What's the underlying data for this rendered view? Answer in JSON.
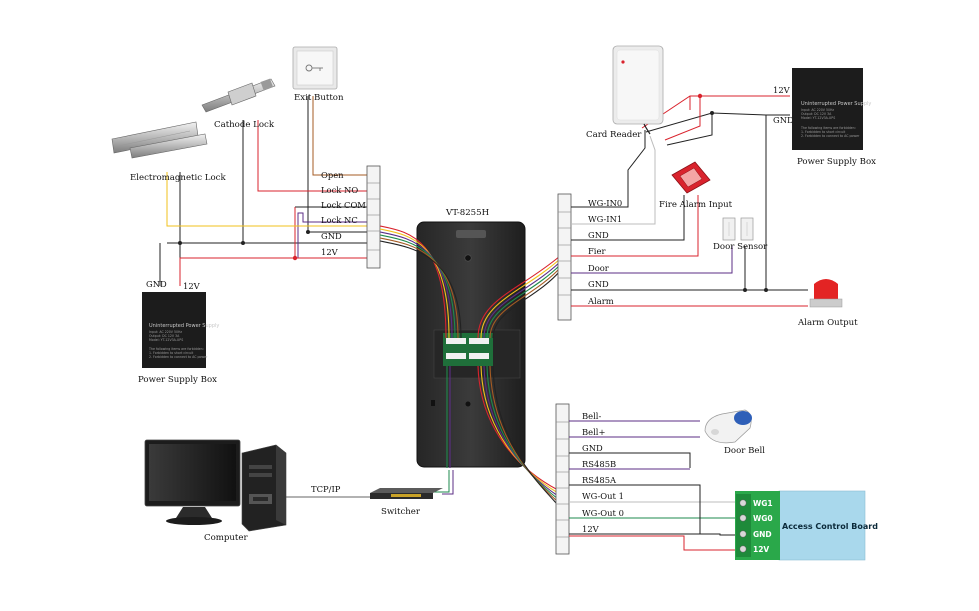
{
  "device": {
    "title": "VT-8255H"
  },
  "left_terminal": {
    "labels": [
      "Open",
      "Lock NO",
      "Lock COM",
      "Lock NC",
      "GND",
      "12V"
    ]
  },
  "upper_right_terminal": {
    "labels": [
      "WG-IN0",
      "WG-IN1",
      "GND",
      "Fier",
      "Door",
      "GND",
      "Alarm"
    ]
  },
  "lower_right_terminal": {
    "labels": [
      "Bell-",
      "Bell+",
      "GND",
      "RS485B",
      "RS485A",
      "WG-Out 1",
      "WG-Out 0",
      "12V"
    ]
  },
  "components": {
    "exit_button": "Exit Button",
    "cathode_lock": "Cathode Lock",
    "electromagnetic_lock": "Electromagnetic Lock",
    "power_supply_left": "Power Supply Box",
    "power_supply_right": "Power Supply Box",
    "card_reader": "Card Reader",
    "fire_alarm_input": "Fire Alarm Input",
    "door_sensor": "Door Sensor",
    "alarm_output": "Alarm Output",
    "door_bell": "Door Bell",
    "computer": "Computer",
    "switcher": "Switcher",
    "access_control_board": "Access Control Board"
  },
  "wire_labels": {
    "left_gnd": "GND",
    "left_12v": "12V",
    "right_12v": "12V",
    "right_gnd": "GND",
    "tcp_ip": "TCP/IP"
  },
  "access_board_terminals": [
    "WG1",
    "WG0",
    "GND",
    "12V"
  ],
  "power_supply_text": {
    "title": "Uninterrupted Power Supply",
    "specs": [
      "Input: AC 220V  50Hz",
      "Output: DC 12V 3A",
      "Model: YT-12V3A-UPS"
    ],
    "notice_title": "The following items are forbidden:",
    "notices": [
      "1. Forbidden to short circuit",
      "2. Forbidden to connect to AC power"
    ]
  },
  "colors": {
    "red_wire": "#d9232d",
    "yellow_wire": "#f2c21b",
    "purple_wire": "#5b2d86",
    "green_wire": "#1e8a4c",
    "board_blue": "#a9d8ec",
    "terminal_green": "#2aa84a"
  }
}
